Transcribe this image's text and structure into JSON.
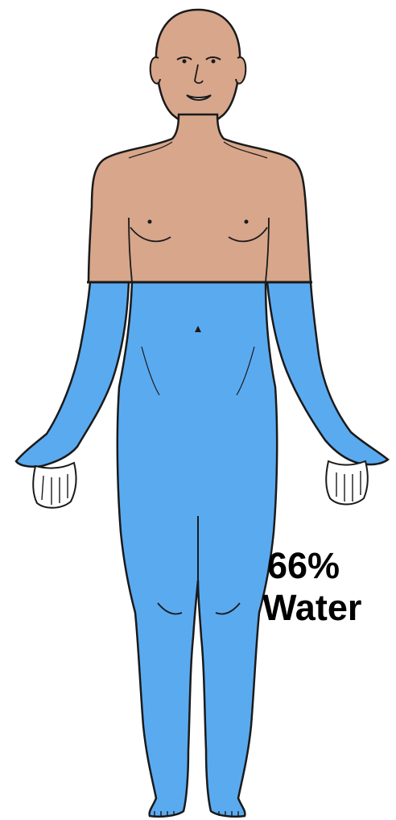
{
  "illustration": {
    "water_percent": "66%",
    "water_word": "Water",
    "water_fraction": 0.66,
    "colors": {
      "skin": "#d7a68b",
      "water": "#5aaaf0",
      "outline": "#1a1a1a",
      "hand_skin": "#ffffff",
      "label": "#000000"
    }
  }
}
